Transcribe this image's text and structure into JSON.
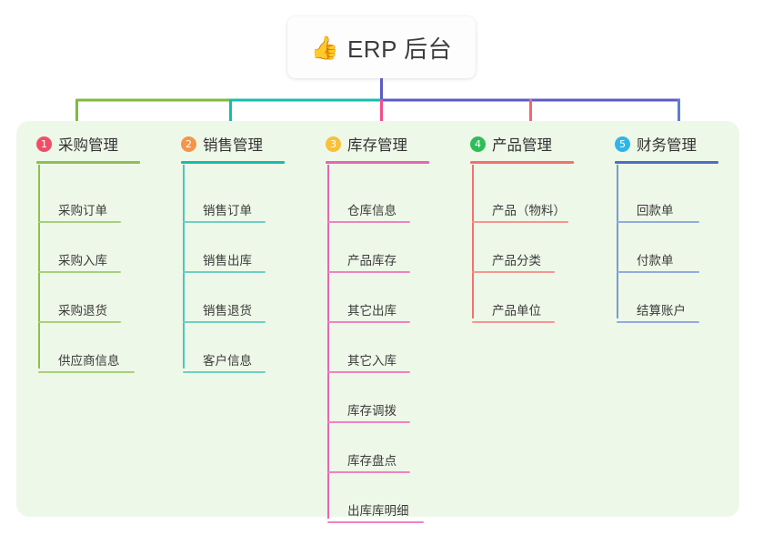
{
  "root": {
    "icon": "thumbs-up-icon",
    "emoji": "👍",
    "title": "ERP 后台"
  },
  "colors": {
    "panel_background": "#eef8e8",
    "root_background": "#fdfdfd",
    "bus_green": "#7fba40",
    "bus_teal": "#17bdaa",
    "bus_blue": "#5b5bc4",
    "drop_green": "#7fba40",
    "drop_teal": "#17bdaa",
    "drop_pink": "#ef4e8c",
    "drop_red": "#f4666d",
    "drop_blue": "#5b7fd4",
    "stem_blue": "#5b5bc4"
  },
  "columns": [
    {
      "number": "1",
      "title": "采购管理",
      "badge_color": "#ef4e68",
      "rule_color": "#8cc152",
      "spine_color": "#8cc152",
      "leaf_rule_color": "#a8cf7e",
      "items": [
        {
          "label": "采购订单"
        },
        {
          "label": "采购入库"
        },
        {
          "label": "采购退货"
        },
        {
          "label": "供应商信息"
        }
      ]
    },
    {
      "number": "2",
      "title": "销售管理",
      "badge_color": "#f5954a",
      "rule_color": "#17bdaa",
      "spine_color": "#4cc6bb",
      "leaf_rule_color": "#6fcfc6",
      "items": [
        {
          "label": "销售订单"
        },
        {
          "label": "销售出库"
        },
        {
          "label": "销售退货"
        },
        {
          "label": "客户信息"
        }
      ]
    },
    {
      "number": "3",
      "title": "库存管理",
      "badge_color": "#f8c13a",
      "rule_color": "#e466b5",
      "spine_color": "#e466b5",
      "leaf_rule_color": "#ef83c0",
      "items": [
        {
          "label": "仓库信息"
        },
        {
          "label": "产品库存"
        },
        {
          "label": "其它出库"
        },
        {
          "label": "其它入库"
        },
        {
          "label": "库存调拨"
        },
        {
          "label": "库存盘点"
        },
        {
          "label": "出库库明细"
        }
      ]
    },
    {
      "number": "4",
      "title": "产品管理",
      "badge_color": "#2ebd59",
      "rule_color": "#f4706f",
      "spine_color": "#f4706f",
      "leaf_rule_color": "#f89492",
      "items": [
        {
          "label": "产品（物料）"
        },
        {
          "label": "产品分类"
        },
        {
          "label": "产品单位"
        }
      ]
    },
    {
      "number": "5",
      "title": "财务管理",
      "badge_color": "#2eb5e8",
      "rule_color": "#4a6fc4",
      "spine_color": "#7d9ad8",
      "leaf_rule_color": "#92abdf",
      "items": [
        {
          "label": "回款单"
        },
        {
          "label": "付款单"
        },
        {
          "label": "结算账户"
        }
      ]
    }
  ]
}
